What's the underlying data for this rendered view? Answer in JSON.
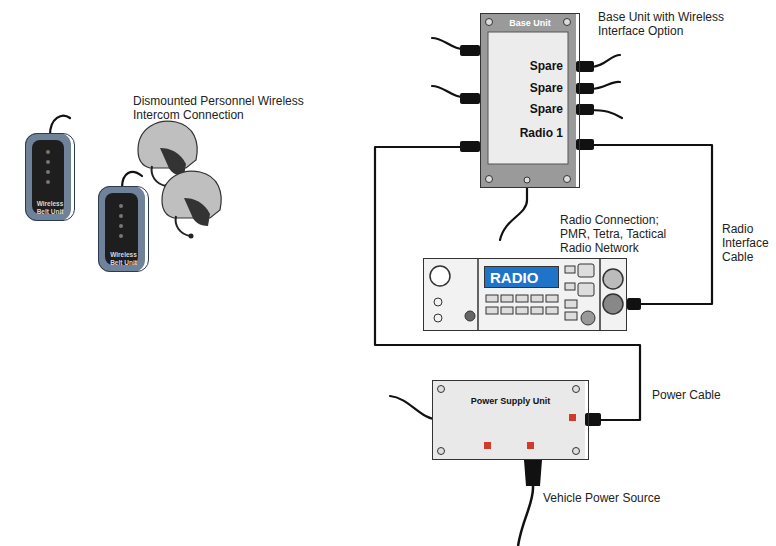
{
  "diagram": {
    "nodes": [
      {
        "text": [
          "Wireless Belt Unit"
        ]
      },
      {
        "text": [
          "Wireless Belt Unit"
        ]
      },
      {
        "text": [
          "Base Unit",
          "Spare",
          "Spare",
          "Spare",
          "Radio 1"
        ]
      },
      {
        "text": [
          "RADIO"
        ]
      },
      {
        "text": [
          "Power Supply Unit"
        ]
      }
    ],
    "edges": [
      {
        "from": 2,
        "to": 3,
        "arrow": "none"
      },
      {
        "from": 4,
        "to": 2,
        "arrow": "none"
      }
    ],
    "labels": [
      "Dismounted Personnel Wireless Intercom Connection",
      "Base Unit with Wireless Interface Option",
      "Radio Connection; PMR, Tetra, Tactical Radio Network",
      "Radio Interface Cable",
      "Power Cable",
      "Vehicle Power Source"
    ]
  }
}
